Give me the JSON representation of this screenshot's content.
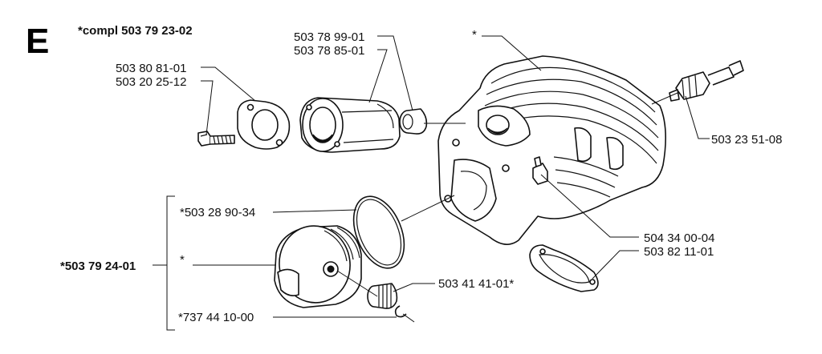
{
  "section_letter": "E",
  "assembly_note": "*compl 503 79 23-02",
  "labels": {
    "gasket_intake": "503 80 81-01",
    "screw": "503 20 25-12",
    "intake_a": "503 78 99-01",
    "intake_b": "503 78 85-01",
    "cylinder": "*",
    "spark_plug": "503 23 51-08",
    "piston_ring": "*503 28 90-34",
    "piston": "*",
    "piston_kit": "*503 79 24-01",
    "decomp_valve": "504 34 00-04",
    "gasket_exhaust": "503 82 11-01",
    "needle_bearing": "503 41 41-01*",
    "circlip": "*737 44 10-00"
  }
}
